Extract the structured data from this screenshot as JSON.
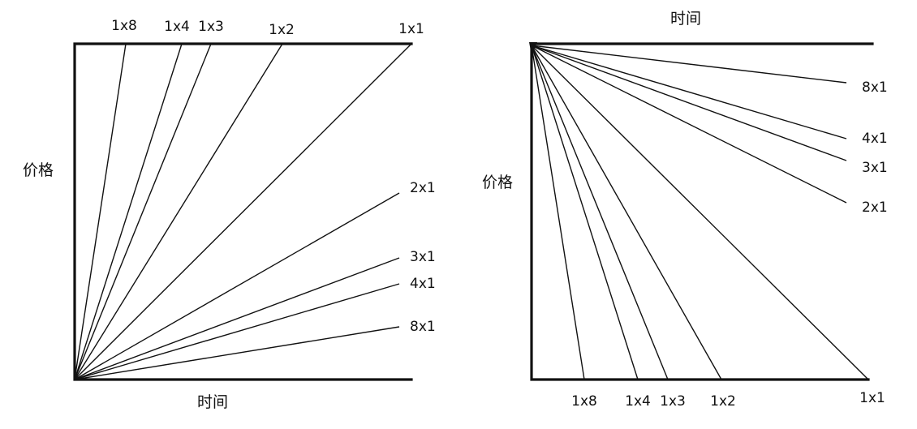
{
  "diagrams": [
    {
      "id": "left",
      "x_axis_title": "时间",
      "y_axis_title": "价格",
      "rays": [
        {
          "label": "1x8"
        },
        {
          "label": "1x4"
        },
        {
          "label": "1x3"
        },
        {
          "label": "1x2"
        },
        {
          "label": "1x1"
        },
        {
          "label": "2x1"
        },
        {
          "label": "3x1"
        },
        {
          "label": "4x1"
        },
        {
          "label": "8x1"
        }
      ]
    },
    {
      "id": "right",
      "x_axis_title": "时间",
      "y_axis_title": "价格",
      "rays": [
        {
          "label": "8x1"
        },
        {
          "label": "4x1"
        },
        {
          "label": "3x1"
        },
        {
          "label": "2x1"
        },
        {
          "label": "1x8"
        },
        {
          "label": "1x4"
        },
        {
          "label": "1x3"
        },
        {
          "label": "1x2"
        },
        {
          "label": "1x1"
        }
      ]
    }
  ]
}
